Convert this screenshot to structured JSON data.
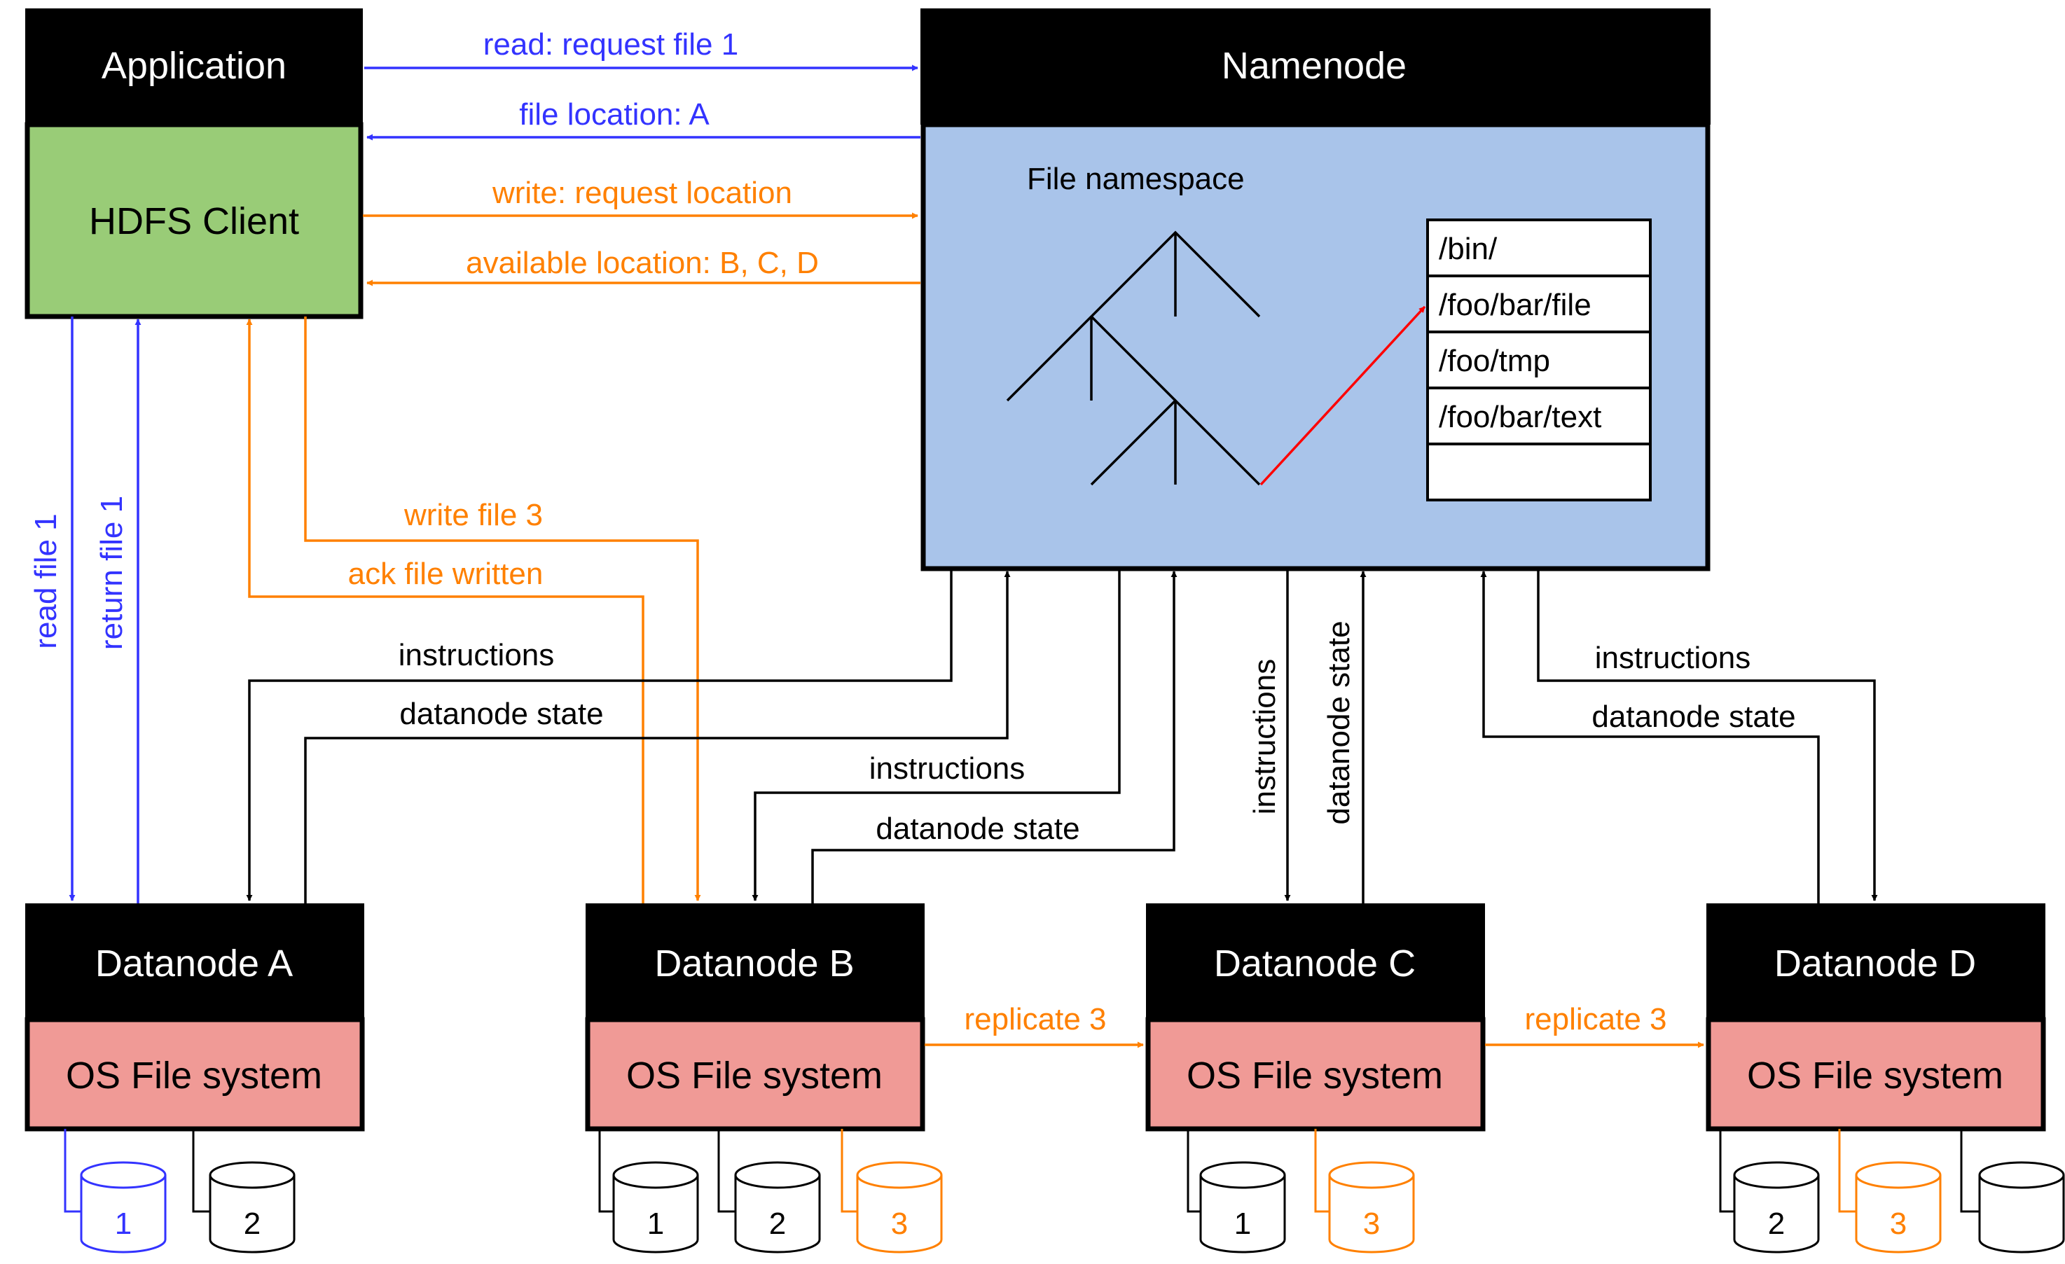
{
  "colors": {
    "blue": "#3333ff",
    "orange": "#ff8000",
    "red": "#ff0000",
    "black": "#000000",
    "client_green": "#99cc77",
    "namenode_blue": "#a9c4ea",
    "fs_pink": "#f09a96"
  },
  "application": {
    "title": "Application",
    "body": "HDFS Client"
  },
  "namenode": {
    "title": "Namenode",
    "namespace_label": "File namespace",
    "entries": [
      "/bin/",
      "/foo/bar/file",
      "/foo/tmp",
      "/foo/bar/text",
      ""
    ]
  },
  "datanodes": [
    {
      "title": "Datanode A",
      "fs": "OS File system",
      "disks": [
        "1",
        "2"
      ]
    },
    {
      "title": "Datanode B",
      "fs": "OS File system",
      "disks": [
        "1",
        "2",
        "3"
      ]
    },
    {
      "title": "Datanode C",
      "fs": "OS File system",
      "disks": [
        "1",
        "3"
      ]
    },
    {
      "title": "Datanode D",
      "fs": "OS File system",
      "disks": [
        "2",
        "3",
        ""
      ]
    }
  ],
  "labels": {
    "read_request": "read: request file 1",
    "file_location": "file location: A",
    "write_request": "write: request location",
    "available_location": "available location: B, C, D",
    "read_file": "read file 1",
    "return_file": "return file 1",
    "write_file": "write file 3",
    "ack_written": "ack file written",
    "instructions_a": "instructions",
    "state_a": "datanode state",
    "instructions_b": "instructions",
    "state_b": "datanode state",
    "instructions_c": "instructions",
    "state_c": "datanode state",
    "instructions_d": "instructions",
    "state_d": "datanode state",
    "replicate_bc": "replicate 3",
    "replicate_cd": "replicate 3"
  }
}
